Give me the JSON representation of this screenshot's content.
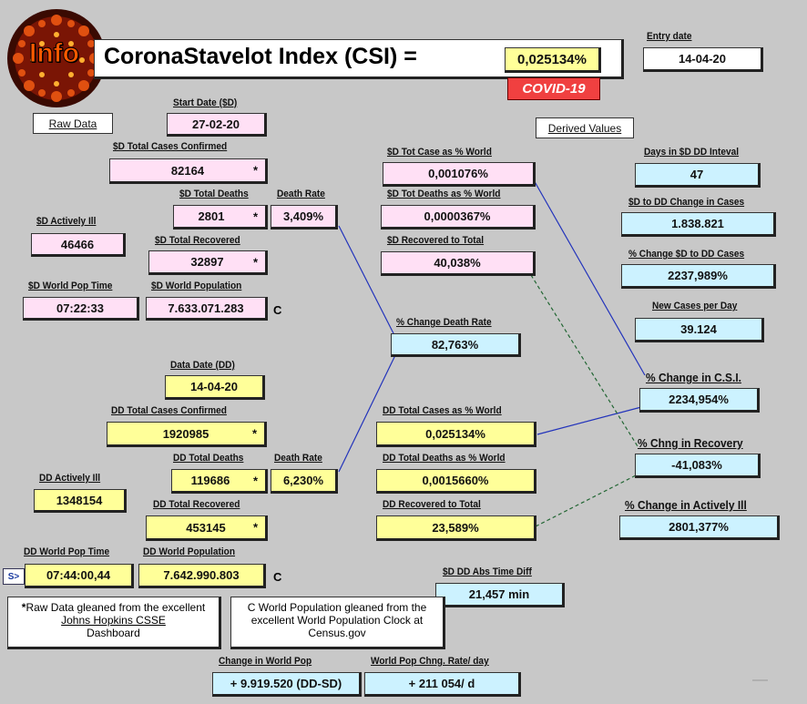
{
  "header": {
    "logo_text": "Info",
    "title": "CoronaStavelot Index (CSI) =",
    "csi_value": "0,025134%",
    "covid_badge": "COVID-19",
    "entry_date_label": "Entry date",
    "entry_date": "14-04-20"
  },
  "buttons": {
    "raw_data": "Raw Data",
    "derived_values": "Derived Values",
    "small_btn": "S>"
  },
  "sd": {
    "start_date_label": "Start Date ($D)",
    "start_date": "27-02-20",
    "total_cases_label": "$D Total Cases Confirmed",
    "total_cases": "82164",
    "total_deaths_label": "$D Total Deaths",
    "total_deaths": "2801",
    "death_rate_label": "Death Rate",
    "death_rate": "3,409%",
    "actively_ill_label": "$D Actively Ill",
    "actively_ill": "46466",
    "total_recovered_label": "$D Total Recovered",
    "total_recovered": "32897",
    "world_pop_time_label": "$D World Pop Time",
    "world_pop_time": "07:22:33",
    "world_population_label": "$D World Population",
    "world_population": "7.633.071.283",
    "pop_marker": "C"
  },
  "dd": {
    "data_date_label": "Data Date (DD)",
    "data_date": "14-04-20",
    "total_cases_label": "DD Total Cases Confirmed",
    "total_cases": "1920985",
    "total_deaths_label": "DD Total Deaths",
    "total_deaths": "119686",
    "death_rate_label": "Death Rate",
    "death_rate": "6,230%",
    "actively_ill_label": "DD Actively Ill",
    "actively_ill": "1348154",
    "total_recovered_label": "DD Total Recovered",
    "total_recovered": "453145",
    "world_pop_time_label": "DD World Pop Time",
    "world_pop_time": "07:44:00,44",
    "world_population_label": "DD World Population",
    "world_population": "7.642.990.803",
    "pop_marker": "C"
  },
  "mid": {
    "sd_case_pct_label": "$D Tot Case as % World",
    "sd_case_pct": "0,001076%",
    "sd_death_pct_label": "$D Tot Deaths as % World",
    "sd_death_pct": "0,0000367%",
    "sd_recovered_label": "$D Recovered to Total",
    "sd_recovered": "40,038%",
    "change_death_rate_label": "% Change Death Rate",
    "change_death_rate": "82,763%",
    "dd_case_pct_label": "DD Total Cases as % World",
    "dd_case_pct": "0,025134%",
    "dd_death_pct_label": "DD Total Deaths as % World",
    "dd_death_pct": "0,0015660%",
    "dd_recovered_label": "DD Recovered to Total",
    "dd_recovered": "23,589%",
    "abs_time_label": "$D DD Abs Time Diff",
    "abs_time": "21,457 min"
  },
  "right": {
    "days_label": "Days in $D DD Inteval",
    "days": "47",
    "change_cases_label": "$D to DD Change in Cases",
    "change_cases": "1.838.821",
    "pct_change_cases_label": "% Change $D to DD Cases",
    "pct_change_cases": "2237,989%",
    "new_cases_label": "New Cases per Day",
    "new_cases": "39.124",
    "change_csi_label": "% Change in C.S.I.",
    "change_csi": "2234,954%",
    "change_recovery_label": "% Chng in Recovery",
    "change_recovery": "-41,083%",
    "change_actively_label": "% Change in Actively Ill",
    "change_actively": "2801,377%"
  },
  "notes": {
    "star": "*",
    "raw_note_prefix": "Raw Data gleaned from the excellent ",
    "raw_note_link": "Johns Hopkins CSSE",
    "raw_note_suffix": "Dashboard",
    "pop_note": "C  World Population gleaned from the excellent World Population Clock at Census.gov"
  },
  "bottom": {
    "change_world_pop_label": "Change in World Pop",
    "change_world_pop": "+ 9.919.520 (DD-SD)",
    "pop_rate_label": "World Pop Chng. Rate/ day",
    "pop_rate": "+ 211 054/ d"
  }
}
